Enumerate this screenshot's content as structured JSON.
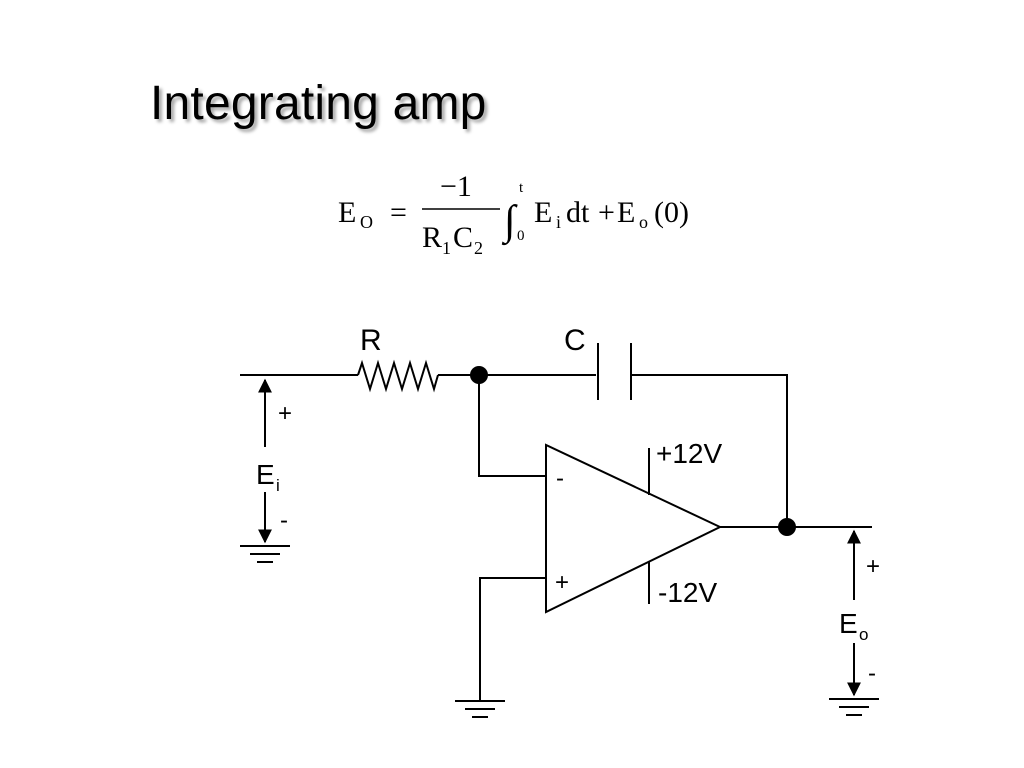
{
  "slide": {
    "title": "Integrating amp"
  },
  "equation": {
    "lhs": "E",
    "lhs_sub": "O",
    "equals": "=",
    "numerator": "−1",
    "den_r": "R",
    "den_r_sub": "1",
    "den_c": "C",
    "den_c_sub": "2",
    "integral": "∫",
    "upper_limit": "t",
    "lower_limit": "0",
    "integrand": "E",
    "integrand_sub": "i",
    "dt": "dt",
    "plus": "+",
    "term": "E",
    "term_sub": "o",
    "term_arg": "(0)"
  },
  "circuit": {
    "resistor_label": "R",
    "capacitor_label": "C",
    "opamp_inverting": "-",
    "opamp_noninverting": "+",
    "supply_positive": "+12V",
    "supply_negative": "-12V",
    "input": {
      "plus": "+",
      "minus": "-",
      "name": "E",
      "name_sub": "i"
    },
    "output": {
      "plus": "+",
      "minus": "-",
      "name": "E",
      "name_sub": "o"
    }
  }
}
